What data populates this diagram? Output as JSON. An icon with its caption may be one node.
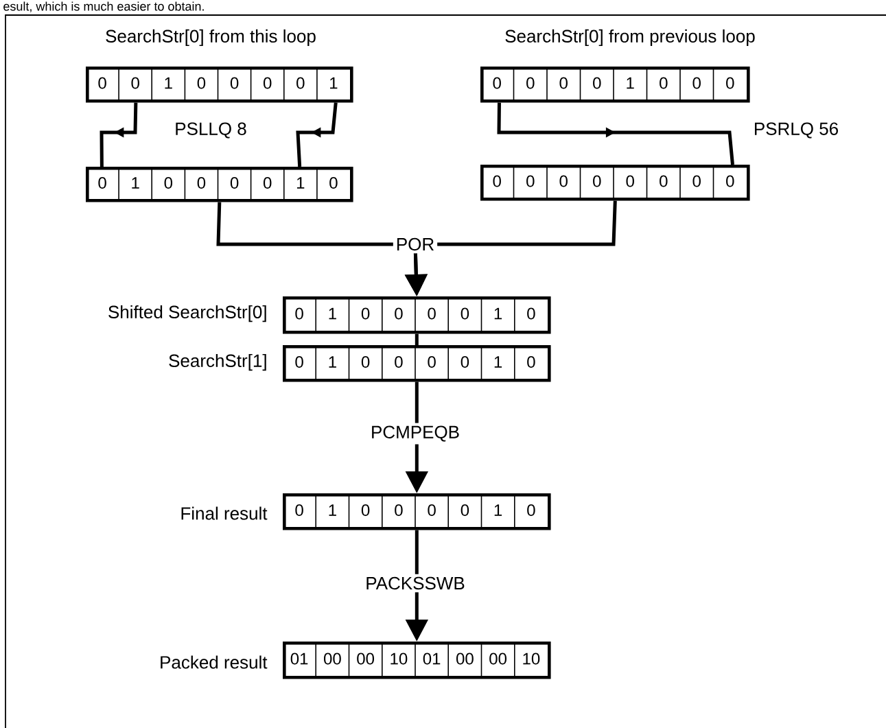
{
  "diagram": {
    "nodes": [
      {
        "text": [
          "0",
          "0",
          "1",
          "0",
          "0",
          "0",
          "0",
          "1"
        ],
        "beside": [
          "SearchStr[0] from this loop"
        ]
      },
      {
        "text": [
          "0",
          "1",
          "0",
          "0",
          "0",
          "0",
          "1",
          "0"
        ]
      },
      {
        "text": [
          "0",
          "0",
          "0",
          "0",
          "1",
          "0",
          "0",
          "0"
        ],
        "beside": [
          "SearchStr[0] from previous loop"
        ]
      },
      {
        "text": [
          "0",
          "0",
          "0",
          "0",
          "0",
          "0",
          "0",
          "0"
        ]
      },
      {
        "text": [
          "0",
          "1",
          "0",
          "0",
          "0",
          "0",
          "1",
          "0"
        ],
        "beside": [
          "Shifted SearchStr[0]"
        ]
      },
      {
        "text": [
          "0",
          "1",
          "0",
          "0",
          "0",
          "0",
          "1",
          "0"
        ],
        "beside": [
          "SearchStr[1]"
        ]
      },
      {
        "text": [
          "0",
          "1",
          "0",
          "0",
          "0",
          "0",
          "1",
          "0"
        ],
        "beside": [
          "Final result"
        ]
      },
      {
        "text": [
          "01",
          "00",
          "00",
          "10",
          "01",
          "00",
          "00",
          "10"
        ],
        "beside": [
          "Packed result"
        ]
      }
    ],
    "edges": [
      {
        "from": 0,
        "to": 1,
        "arrow": "to",
        "label": "PSLLQ 8"
      },
      {
        "from": 0,
        "to": 1,
        "arrow": "to"
      },
      {
        "from": 2,
        "to": 3,
        "arrow": "to",
        "label": "PSRLQ 56"
      },
      {
        "from": 1,
        "to": 4,
        "arrow": "to",
        "label": "POR"
      },
      {
        "from": 3,
        "to": 4,
        "arrow": "to"
      },
      {
        "from": 4,
        "to": 5,
        "arrow": "none"
      },
      {
        "from": 5,
        "to": 6,
        "arrow": "to",
        "label": "PCMPEQB"
      },
      {
        "from": 6,
        "to": 7,
        "arrow": "to",
        "label": "PACKSSWB"
      }
    ],
    "labels": [
      "esult, which is much easier to obtain."
    ]
  }
}
